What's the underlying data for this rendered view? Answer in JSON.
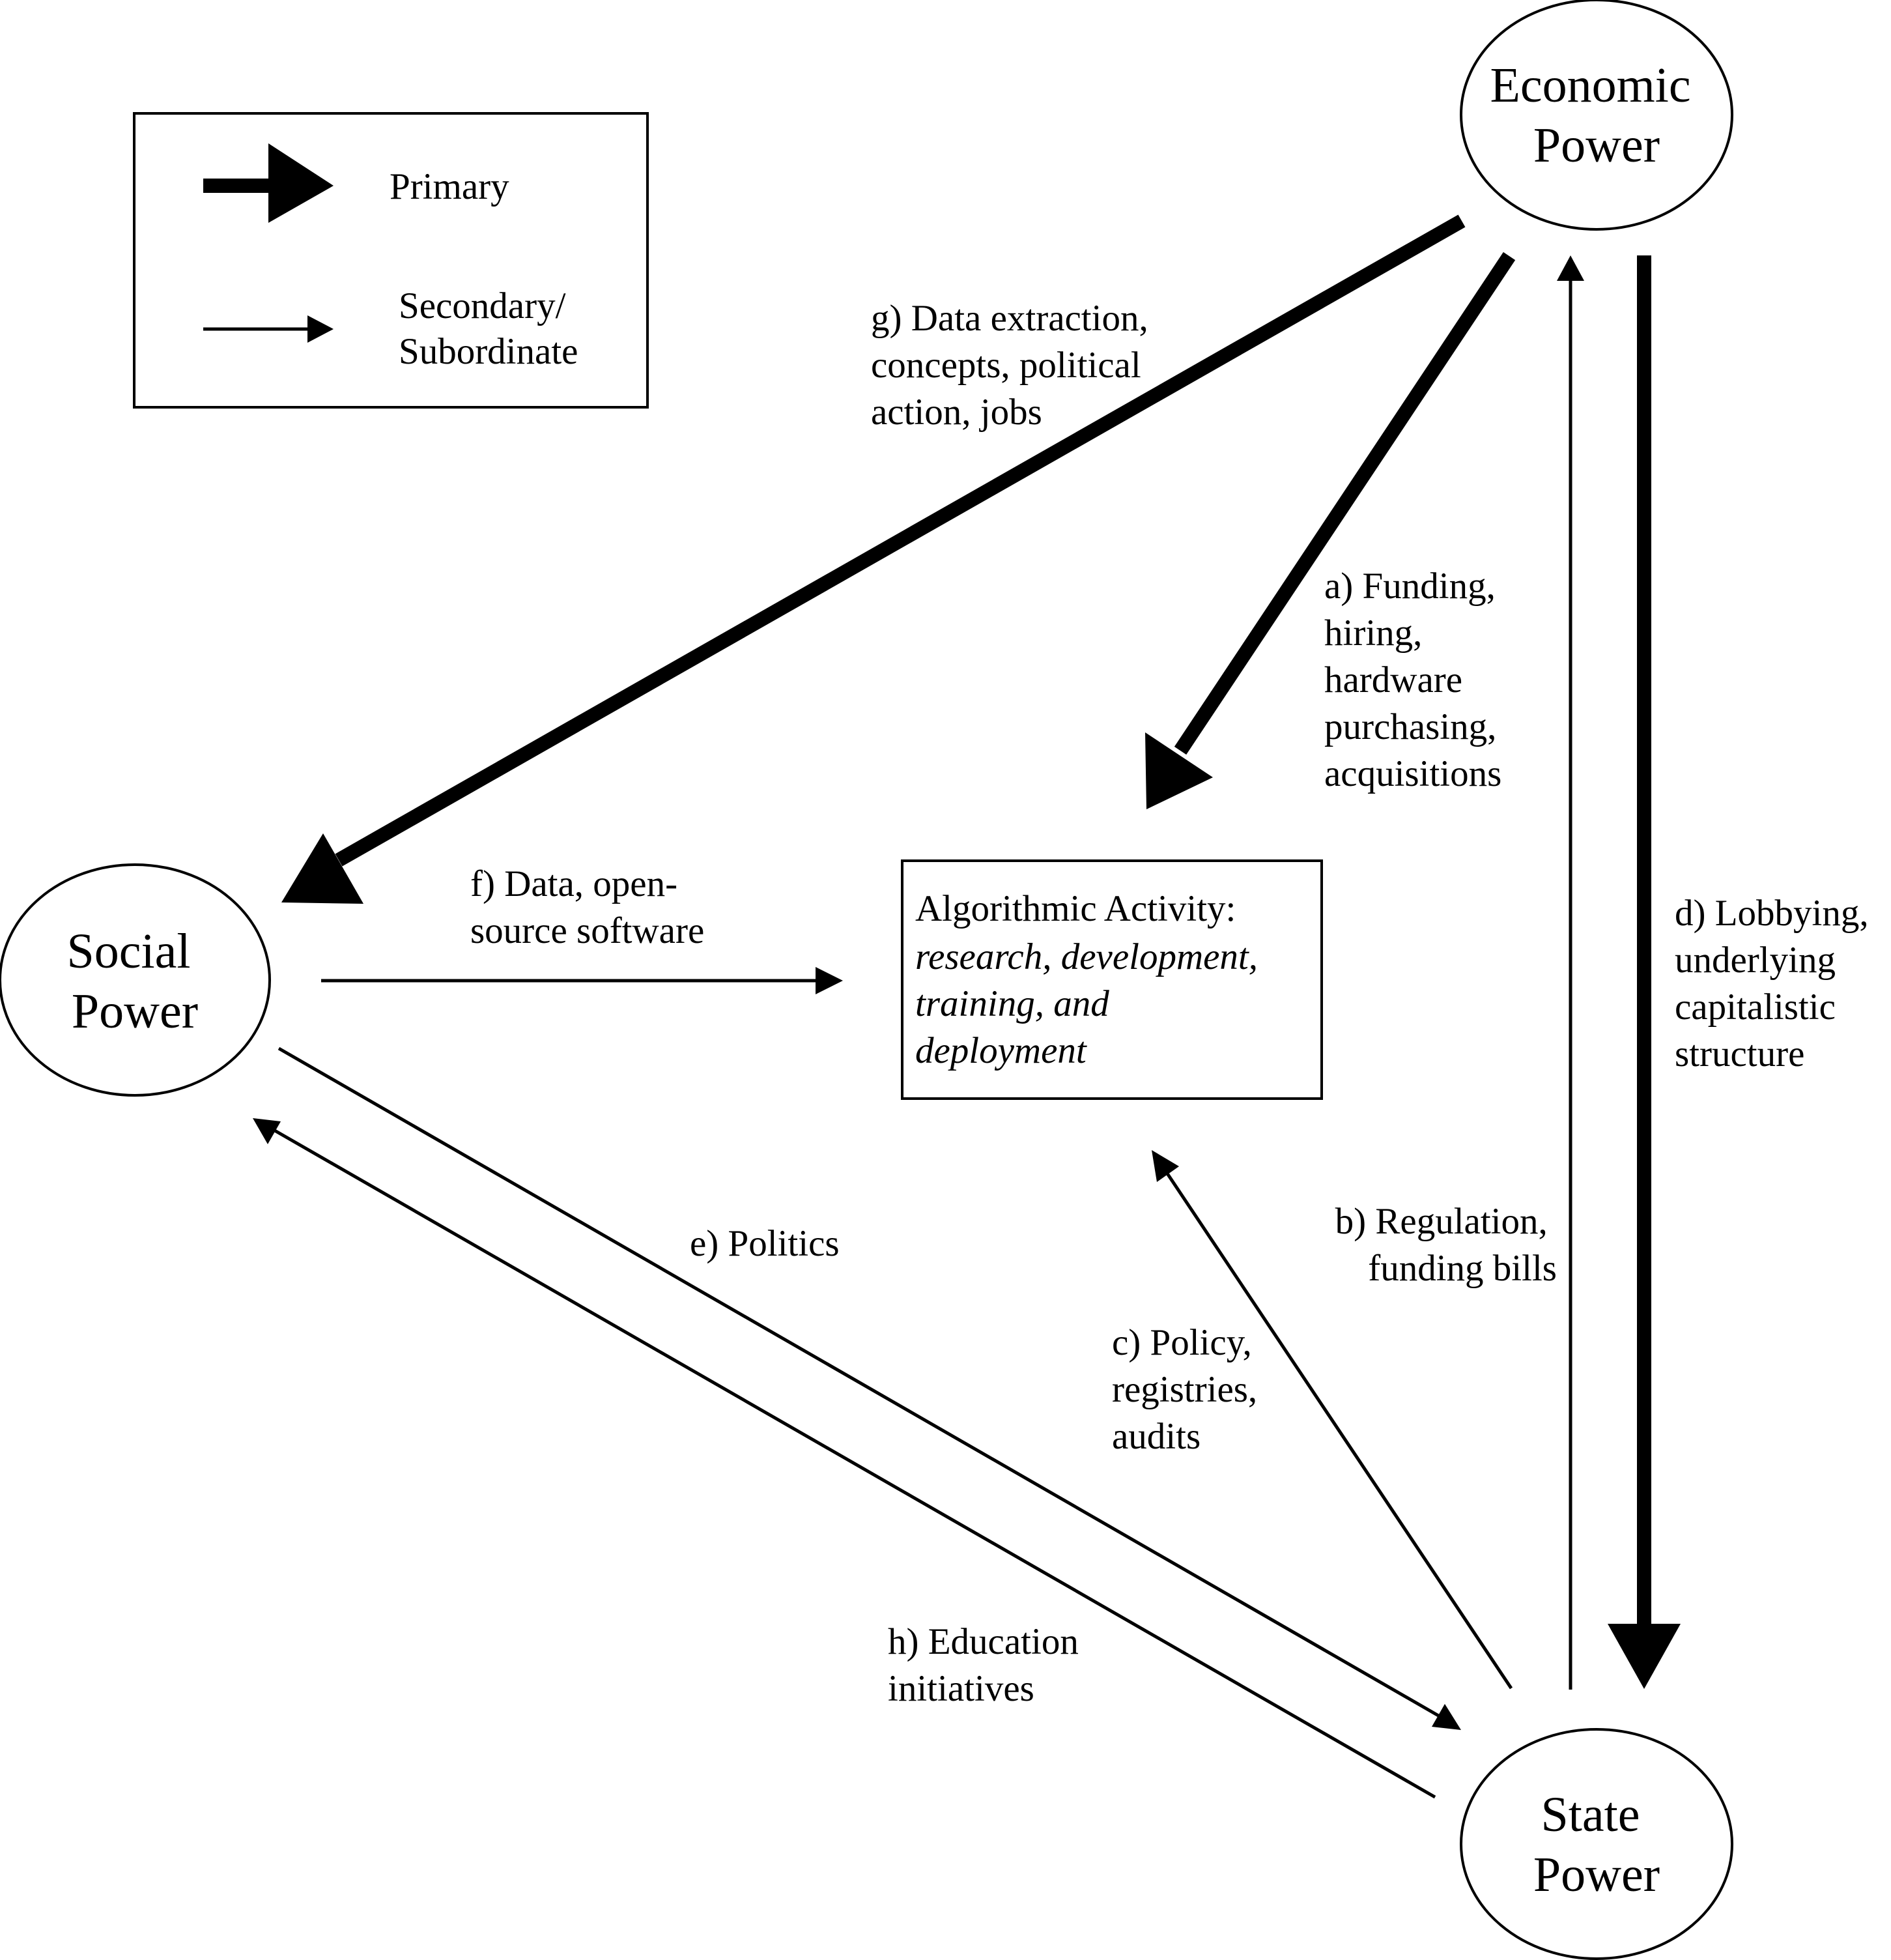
{
  "legend": {
    "primary_label": "Primary",
    "secondary_label": [
      "Secondary/",
      "Subordinate"
    ]
  },
  "nodes": {
    "economic": [
      "Economic",
      "Power"
    ],
    "social": [
      "Social",
      "Power"
    ],
    "state": [
      "State",
      "Power"
    ]
  },
  "center_box": {
    "title": "Algorithmic Activity:",
    "subtitle_lines": [
      "research, development,",
      "training, and",
      "deployment"
    ]
  },
  "edges": {
    "a": {
      "weight": "primary",
      "from": "Economic Power",
      "to": "Algorithmic Activity",
      "label": [
        "a) Funding,",
        "hiring,",
        "hardware",
        "purchasing,",
        "acquisitions"
      ]
    },
    "b": {
      "weight": "secondary",
      "from": "State Power",
      "to": "Economic Power",
      "label": [
        "b) Regulation,",
        "funding bills"
      ]
    },
    "c": {
      "weight": "secondary",
      "from": "State Power",
      "to": "Algorithmic Activity",
      "label": [
        "c) Policy,",
        "registries,",
        "audits"
      ]
    },
    "d": {
      "weight": "primary",
      "from": "Economic Power",
      "to": "State Power",
      "label": [
        "d) Lobbying,",
        "underlying",
        "capitalistic",
        "structure"
      ]
    },
    "e": {
      "weight": "secondary",
      "from": "Social Power",
      "to": "State Power",
      "label": [
        "e) Politics"
      ]
    },
    "f": {
      "weight": "secondary",
      "from": "Social Power",
      "to": "Algorithmic Activity",
      "label": [
        "f) Data, open-",
        "source software"
      ]
    },
    "g": {
      "weight": "primary",
      "from": "Economic Power",
      "to": "Social Power",
      "label": [
        "g) Data extraction,",
        "concepts, political",
        "action, jobs"
      ]
    },
    "h": {
      "weight": "secondary",
      "from": "State Power",
      "to": "Social Power",
      "label": [
        "h) Education",
        "initiatives"
      ]
    }
  }
}
